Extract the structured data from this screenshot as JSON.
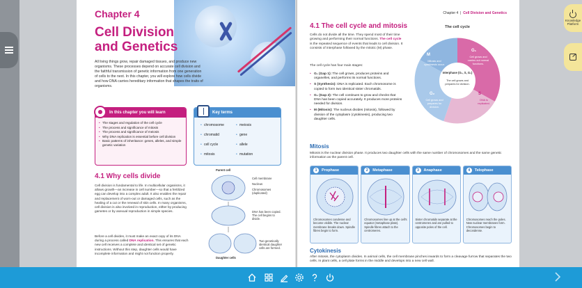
{
  "viewer": {
    "side_top_label": "Knowledge Platform",
    "icons": [
      "home-icon",
      "grid-icon",
      "pen-icon",
      "gear-icon",
      "help-icon",
      "power-icon",
      "chevron-right-icon",
      "hamburger-icon",
      "note-icon"
    ]
  },
  "left": {
    "chapter_num": "Chapter 4",
    "chapter_title": "Cell Division and Genetics",
    "intro": "All living things grow, repair damaged tissues, and produce new organisms. These processes depend on accurate cell division and the faithful transmission of genetic information from one generation of cells to the next. In this chapter, you will explore how cells divide and how DNA carries hereditary information that shapes the traits of organisms.",
    "learn_title": "In this chapter you will learn",
    "learn_items": [
      "The stages and regulation of the cell cycle",
      "The process and significance of mitosis",
      "The process and significance of meiosis",
      "Why DNA replication is essential before cell division",
      "Basic patterns of inheritance: genes, alleles, and simple genetic variation"
    ],
    "keys_title": "Key terms",
    "key_terms": [
      "chromosome",
      "meiosis",
      "chromatid",
      "gene",
      "cell cycle",
      "allele",
      "mitosis",
      "mutation"
    ],
    "section_title": "4.1  Why cells divide",
    "body1": "Cell division is fundamental to life. In multicellular organisms, it allows growth—an increase in cell number—so that a fertilized egg can develop into a complex adult. It also enables the repair and replacement of worn-out or damaged cells, such as the healing of a cut or the renewal of skin cells. In many organisms, cell division is also involved in reproduction, either by producing gametes or by asexual reproduction in simple species.",
    "body2_pre": "Before a cell divides, it must make an exact copy of its DNA during a process called ",
    "body2_hl": "DNA replication.",
    "body2_post": " This ensures that each new cell receives a complete and identical set of genetic instructions. Without this step, daughter cells would have incomplete information and might not function properly.",
    "diagram": {
      "parent": "Parent cell",
      "membrane": "Cell membrane",
      "nucleus": "Nucleus",
      "chromosomes": "Chromosomes (duplicated)",
      "dna_copied": "DNA has been copied. The cell begins to divide.",
      "two_cells": "Two genetically identical daughter cells are formed.",
      "daughter": "Daughter cells"
    }
  },
  "right": {
    "running_head_chapter": "Chapter 4",
    "running_head_title": "Cell Division and Genetics",
    "section_title": "4.1  The cell cycle and mitosis",
    "p1_pre": "Cells do not divide all the time. They spend most of their time growing and performing their normal functions. ",
    "p1_hl": "The cell cycle",
    "p1_post": " is the repeated sequence of events that leads to cell division. It consists of interphase followed by the mitotic (M) phase.",
    "p2": "The cell cycle has four main stages:",
    "phases": [
      {
        "name": "G₁ (Gap 1):",
        "text": "The cell grows, produces proteins and organelles, and performs its normal functions."
      },
      {
        "name": "S (Synthesis):",
        "text": "DNA is replicated. Each chromosome is copied to form two identical sister chromatids."
      },
      {
        "name": "G₂ (Gap 2):",
        "text": "The cell continues to grow and checks that DNA has been copied accurately. It produces more proteins needed for division."
      },
      {
        "name": "M (Mitosis):",
        "text": "The nucleus divides (mitosis), followed by division of the cytoplasm (cytokinesis), producing two daughter cells."
      }
    ],
    "cycle": {
      "title": "The cell cycle",
      "m": "M",
      "m_text": "Mitosis and cytokinesis occur.",
      "g1": "G₁",
      "g1_text": "Cell grows and carries out normal functions.",
      "s": "S",
      "s_text": "DNA is replicated.",
      "g2": "G₂",
      "g2_text": "Cell grows and prepares for division.",
      "interphase": "Interphase (G₁, S, G₂)",
      "interphase_text": "The cell grows and prepares for division."
    },
    "mitosis_title": "Mitosis",
    "mitosis_text": "Mitosis is the nuclear division phase. It produces two daughter cells with the same number of chromosomes and the same genetic information as the parent cell.",
    "mitosis_phases": [
      {
        "num": "1",
        "name": "Prophase",
        "cap": "Chromosomes condense and become visible. The nuclear membrane breaks down. Spindle fibres begin to form."
      },
      {
        "num": "2",
        "name": "Metaphase",
        "cap": "Chromosomes line up at the cell's equator (metaphase plate). Spindle fibres attach to the centromeres."
      },
      {
        "num": "3",
        "name": "Anaphase",
        "cap": "Sister chromatids separate at the centromeres and are pulled to opposite poles of the cell."
      },
      {
        "num": "4",
        "name": "Telophase",
        "cap": "Chromosomes reach the poles. New nuclear membranes form. Chromosomes begin to decondense."
      }
    ],
    "cyto_title": "Cytokinesis",
    "cyto_text": "After mitosis, the cytoplasm divides. In animal cells, the cell membrane pinches inwards to form a cleavage furrow that separates the two cells. In plant cells, a cell plate forms in the middle and develops into a new cell wall."
  }
}
